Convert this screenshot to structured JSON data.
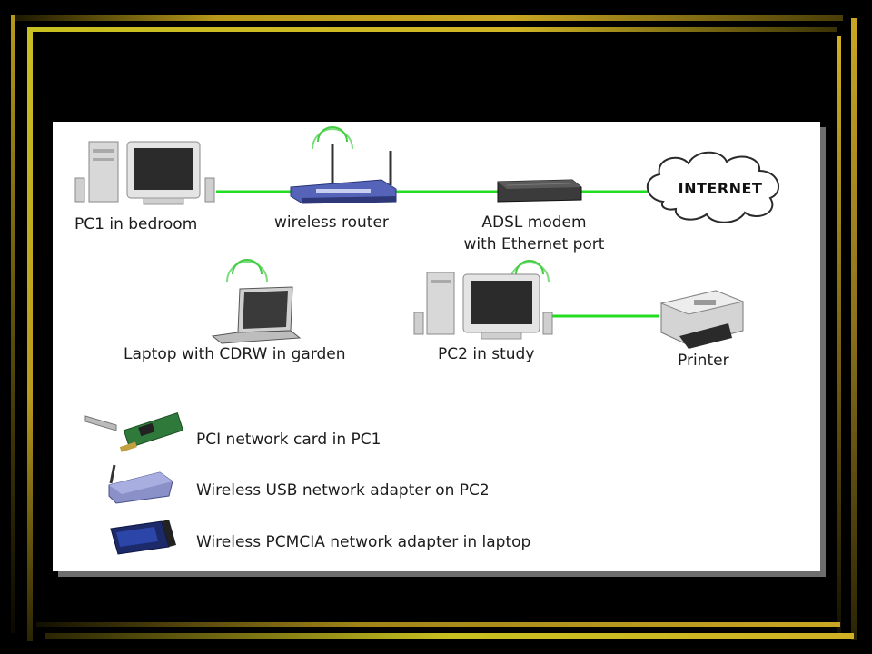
{
  "diagram": {
    "internet": "INTERNET",
    "nodes": {
      "pc1": "PC1 in bedroom",
      "router": "wireless router",
      "modem_line1": "ADSL modem",
      "modem_line2": "with Ethernet port",
      "laptop": "Laptop with CDRW in garden",
      "pc2": "PC2 in study",
      "printer": "Printer"
    },
    "legend": [
      {
        "label": "PCI network card in PC1",
        "icon": "pci-card-icon"
      },
      {
        "label": "Wireless USB network adapter on PC2",
        "icon": "usb-adapter-icon"
      },
      {
        "label": "Wireless PCMCIA network adapter in laptop",
        "icon": "pcmcia-card-icon"
      }
    ],
    "colors": {
      "link": "#22dd22",
      "frame_gold": "#c9a623",
      "background": "#000000",
      "panel": "#ffffff"
    }
  }
}
